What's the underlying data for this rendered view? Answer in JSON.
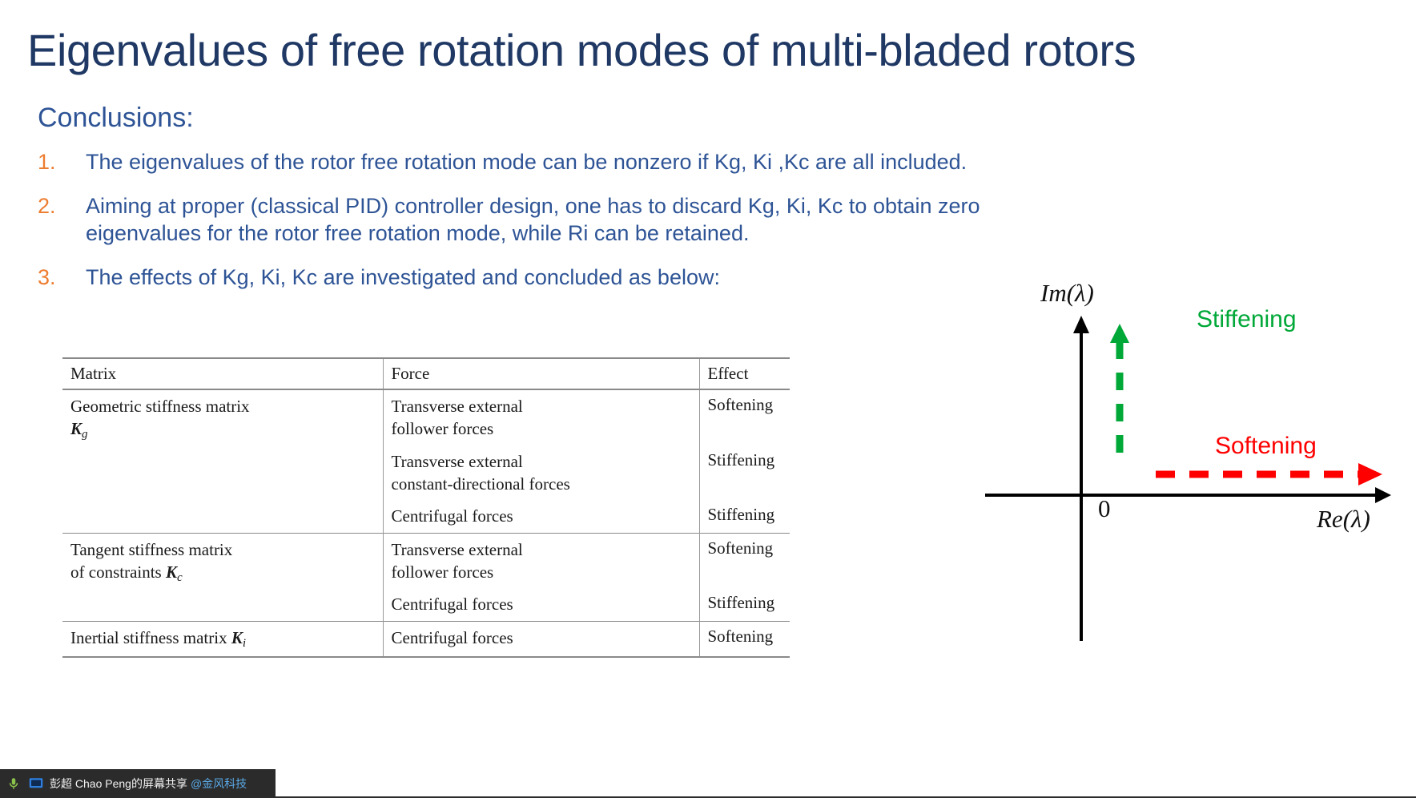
{
  "slide": {
    "title": "Eigenvalues of free rotation modes of multi-bladed rotors",
    "conclusions_heading": "Conclusions:",
    "items": [
      {
        "number": "1.",
        "text": "The eigenvalues of the rotor free rotation mode can be nonzero if Kg, Ki ,Kc are all included."
      },
      {
        "number": "2.",
        "line1": "Aiming at proper (classical PID) controller design, one has to discard Kg, Ki, Kc to obtain zero",
        "line2": "eigenvalues for the rotor free rotation mode, while Ri can be retained."
      },
      {
        "number": "3.",
        "text": "The effects of Kg, Ki, Kc are investigated and concluded as below:"
      }
    ]
  },
  "table": {
    "headers": [
      "Matrix",
      "Force",
      "Effect"
    ],
    "groups": [
      {
        "matrix_text": "Geometric stiffness matrix",
        "matrix_symbol": "K",
        "matrix_subscript": "g",
        "matrix_symbol_on_new_line": true,
        "rows": [
          {
            "force_line1": "Transverse external",
            "force_line2": "follower forces",
            "effect": "Softening"
          },
          {
            "force_line1": "Transverse external",
            "force_line2": "constant-directional forces",
            "effect": "Stiffening"
          },
          {
            "force_line1": "Centrifugal forces",
            "force_line2": "",
            "effect": "Stiffening"
          }
        ]
      },
      {
        "matrix_text": "Tangent stiffness matrix of constraints",
        "matrix_symbol": "K",
        "matrix_subscript": "c",
        "matrix_symbol_on_new_line": false,
        "rows": [
          {
            "force_line1": "Transverse external",
            "force_line2": "follower forces",
            "effect": "Softening"
          },
          {
            "force_line1": "Centrifugal forces",
            "force_line2": "",
            "effect": "Stiffening"
          }
        ]
      },
      {
        "matrix_text": "Inertial stiffness matrix",
        "matrix_symbol": "K",
        "matrix_subscript": "i",
        "matrix_symbol_on_new_line": false,
        "rows": [
          {
            "force_line1": "Centrifugal forces",
            "force_line2": "",
            "effect": "Softening"
          }
        ]
      }
    ],
    "cells": {
      "g_line1": "Geometric stiffness matrix",
      "c_line1": "Tangent stiffness matrix",
      "c_line2": "of constraints",
      "i_line1": "Inertial stiffness matrix",
      "f1a": "Transverse external",
      "f1b": "follower forces",
      "f2a": "Transverse external",
      "f2b": "constant-directional forces",
      "f3": "Centrifugal forces",
      "f4a": "Transverse external",
      "f4b": "follower forces",
      "f5": "Centrifugal forces",
      "f6": "Centrifugal forces",
      "e1": "Softening",
      "e2": "Stiffening",
      "e3": "Stiffening",
      "e4": "Softening",
      "e5": "Stiffening",
      "e6": "Softening"
    }
  },
  "diagram": {
    "im_axis_label": "Im(λ)",
    "re_axis_label": "Re(λ)",
    "origin_label": "0",
    "stiffening_label": "Stiffening",
    "softening_label": "Softening",
    "stiffening_color": "#00A838",
    "softening_color": "#FF0000",
    "axis_color": "#000000"
  },
  "taskbar": {
    "share_text": "彭超 Chao Peng的屏幕共享",
    "org_tag": "@金风科技"
  },
  "colors": {
    "title": "#1F3864",
    "body_blue": "#2E5496",
    "accent_orange": "#ED7D31"
  }
}
